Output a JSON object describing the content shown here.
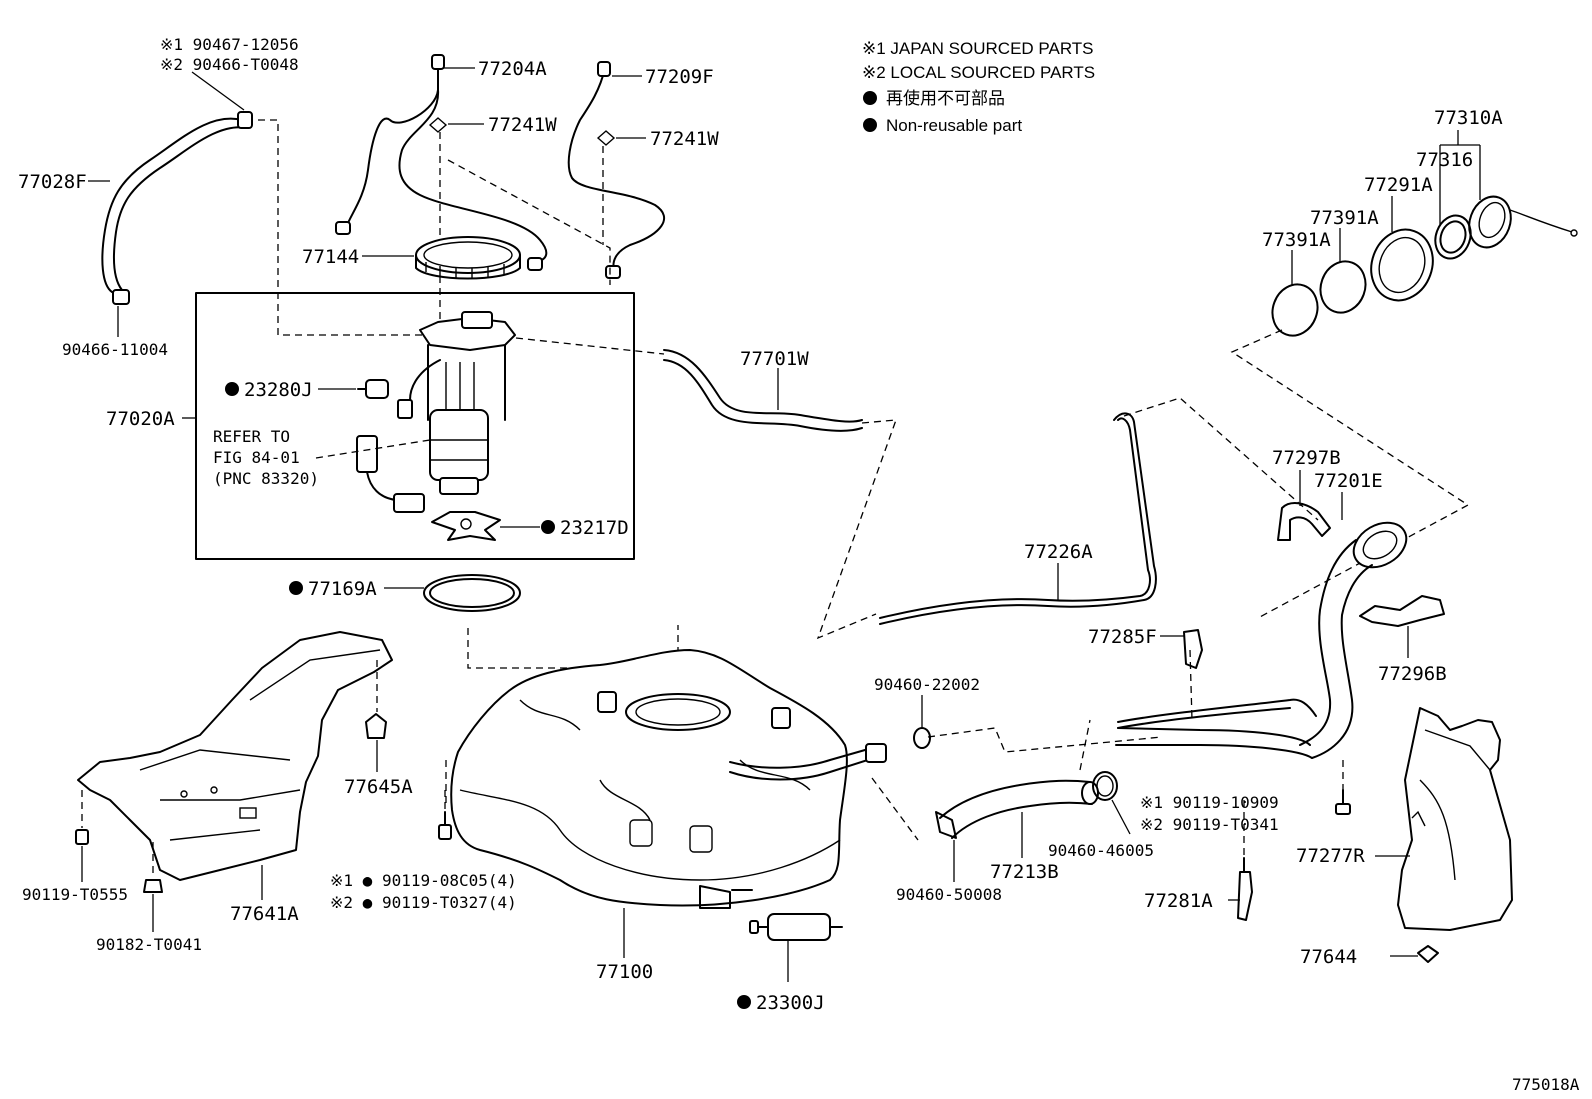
{
  "legend": {
    "japan": "※1 JAPAN SOURCED PARTS",
    "local": "※2 LOCAL SOURCED PARTS",
    "nonreusable_jp": "再使用不可部品",
    "nonreusable_en": "Non-reusable part"
  },
  "refer": {
    "line1": "REFER TO",
    "line2": "FIG 84-01",
    "line3": "(PNC 83320)"
  },
  "figure_id": "775018A",
  "labels": {
    "p1_90467": "※1 90467-12056",
    "p2_90466": "※2 90466-T0048",
    "p77204A": "77204A",
    "p77209F": "77209F",
    "p77241W_a": "77241W",
    "p77241W_b": "77241W",
    "p77028F": "77028F",
    "p77144": "77144",
    "p90466_11004": "90466-11004",
    "p23280J": "23280J",
    "p77020A": "77020A",
    "p23217D": "23217D",
    "p77169A": "77169A",
    "p77701W": "77701W",
    "p77310A": "77310A",
    "p77316": "77316",
    "p77291A": "77291A",
    "p77391A_a": "77391A",
    "p77391A_b": "77391A",
    "p77297B": "77297B",
    "p77201E": "77201E",
    "p77226A": "77226A",
    "p77285F": "77285F",
    "p77296B": "77296B",
    "p90460_22002": "90460-22002",
    "p77645A": "77645A",
    "p90119_T0555": "90119-T0555",
    "p90182_T0041": "90182-T0041",
    "p77641A": "77641A",
    "p90119_08C05": "※1 ● 90119-08C05(4)",
    "p90119_T0327": "※2 ● 90119-T0327(4)",
    "p77100": "77100",
    "p23300J": "23300J",
    "p90460_50008": "90460-50008",
    "p77213B": "77213B",
    "p90460_46005": "90460-46005",
    "p90119_10909": "※1 90119-10909",
    "p90119_T0341": "※2 90119-T0341",
    "p77277R": "77277R",
    "p77281A": "77281A",
    "p77644": "77644"
  }
}
